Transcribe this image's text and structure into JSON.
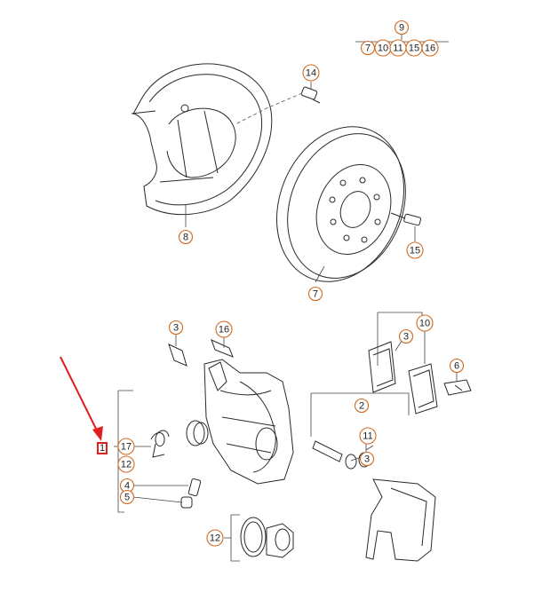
{
  "diagram": {
    "accent_color": "#d2691e",
    "highlight_color": "#e0201f",
    "callouts": [
      {
        "id": "c9",
        "label": "9"
      },
      {
        "id": "c9-7",
        "label": "7"
      },
      {
        "id": "c9-10",
        "label": "10"
      },
      {
        "id": "c9-11",
        "label": "11"
      },
      {
        "id": "c9-15",
        "label": "15"
      },
      {
        "id": "c9-16",
        "label": "16"
      },
      {
        "id": "c14",
        "label": "14"
      },
      {
        "id": "c8",
        "label": "8"
      },
      {
        "id": "c15",
        "label": "15"
      },
      {
        "id": "c7",
        "label": "7"
      },
      {
        "id": "c3a",
        "label": "3"
      },
      {
        "id": "c16",
        "label": "16"
      },
      {
        "id": "c3b",
        "label": "3"
      },
      {
        "id": "c10",
        "label": "10"
      },
      {
        "id": "c6",
        "label": "6"
      },
      {
        "id": "c2",
        "label": "2"
      },
      {
        "id": "c11",
        "label": "11"
      },
      {
        "id": "c3c",
        "label": "3"
      },
      {
        "id": "c17",
        "label": "17"
      },
      {
        "id": "c12a",
        "label": "12"
      },
      {
        "id": "c4",
        "label": "4"
      },
      {
        "id": "c5",
        "label": "5"
      },
      {
        "id": "c12b",
        "label": "12"
      }
    ],
    "highlighted_part_label": "1"
  }
}
